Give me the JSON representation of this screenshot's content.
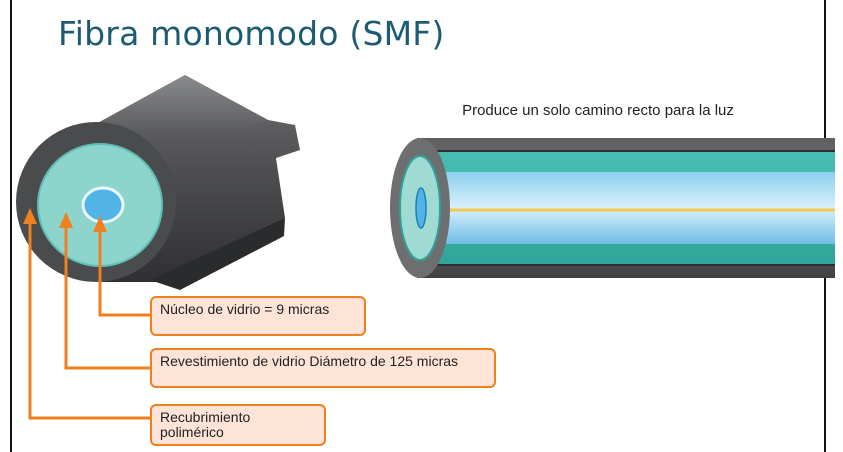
{
  "title": "Fibra monomodo (SMF)",
  "straight_path_text": "Produce un solo camino recto para la luz",
  "callouts": {
    "core": "Núcleo de vidrio = 9 micras",
    "cladding": "Revestimiento de vidrio Diámetro de 125 micras",
    "coating": "Recubrimiento polimérico"
  },
  "colors": {
    "title": "#1d5b73",
    "jacket": "#58595b",
    "cladding": "#7fcfca",
    "core": "#4db0e2",
    "light_ray": "#f2c94c",
    "callout_border": "#f07f1e",
    "callout_fill": "#fde4d6"
  }
}
